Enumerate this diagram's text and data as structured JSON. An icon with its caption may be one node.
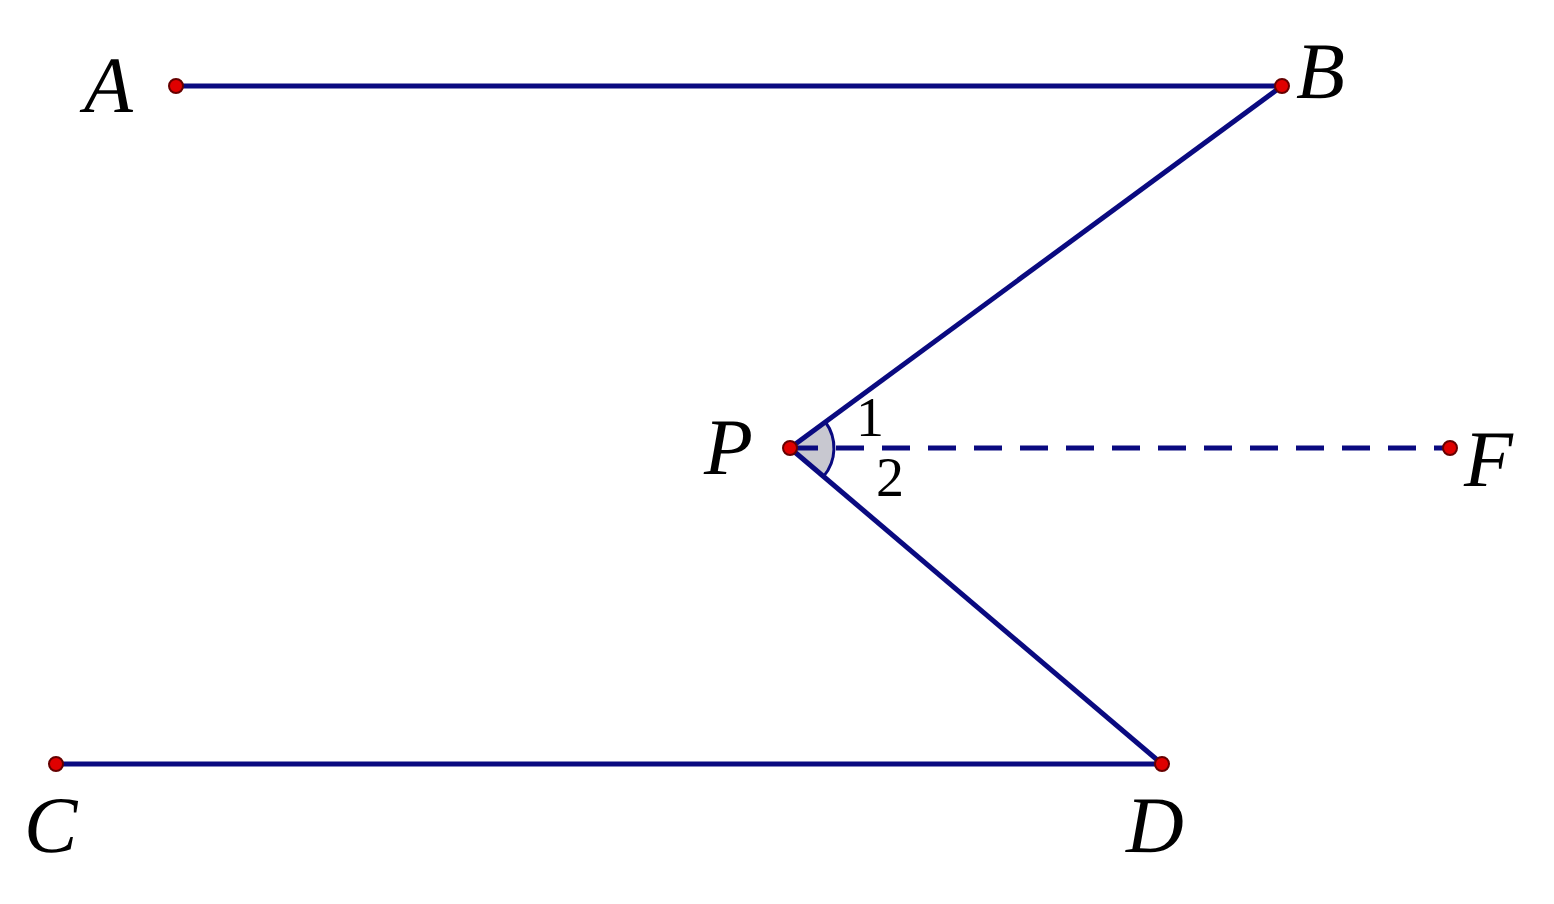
{
  "diagram": {
    "nodes": [
      {
        "text": [
          "A"
        ]
      },
      {
        "text": [
          "B"
        ]
      },
      {
        "text": [
          "P"
        ]
      },
      {
        "text": [
          "F"
        ]
      },
      {
        "text": [
          "C"
        ]
      },
      {
        "text": [
          "D"
        ]
      }
    ],
    "edges": [
      {
        "from": 0,
        "to": 1,
        "arrow": "none"
      },
      {
        "from": 1,
        "to": 2,
        "arrow": "none"
      },
      {
        "from": 2,
        "to": 3,
        "arrow": "none",
        "style": "dashed"
      },
      {
        "from": 2,
        "to": 5,
        "arrow": "none"
      },
      {
        "from": 4,
        "to": 5,
        "arrow": "none"
      }
    ],
    "labels": [
      "1",
      "2"
    ]
  }
}
